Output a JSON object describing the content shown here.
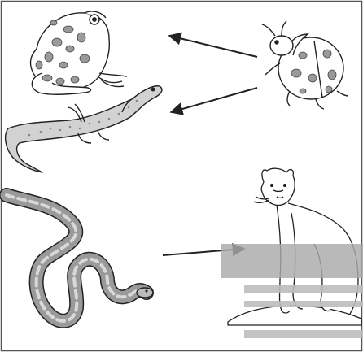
{
  "diagram": {
    "kind": "food-web",
    "organisms": [
      {
        "id": "frog",
        "icon": "frog-illustration"
      },
      {
        "id": "ladybug",
        "icon": "ladybug-illustration"
      },
      {
        "id": "lizard",
        "icon": "lizard-illustration"
      },
      {
        "id": "snake",
        "icon": "snake-illustration"
      },
      {
        "id": "cougar",
        "icon": "cougar-illustration"
      }
    ],
    "arrows": [
      {
        "from": "ladybug",
        "to": "frog"
      },
      {
        "from": "ladybug",
        "to": "lizard"
      },
      {
        "from": "snake",
        "to": "cougar"
      }
    ],
    "colors": {
      "line": "#222222",
      "frame": "#555555",
      "spot": "#9a9a9a",
      "shade": "#c8c8c8",
      "occlusion_box": "#a9a9a9",
      "occlusion_stripe": "#bdbdbd"
    }
  }
}
